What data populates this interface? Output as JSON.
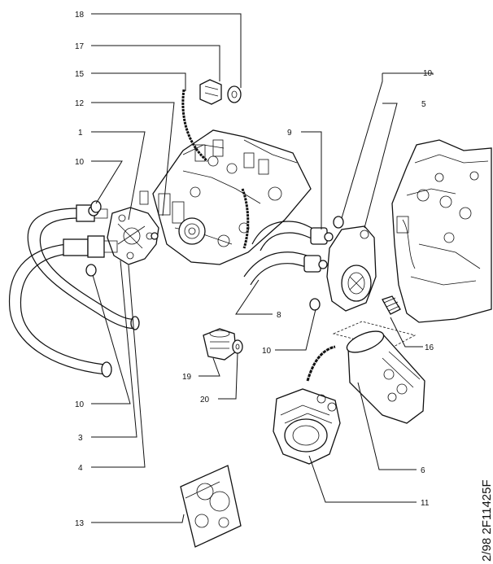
{
  "callouts": {
    "c18": "18",
    "c17": "17",
    "c15": "15",
    "c12": "12",
    "c1": "1",
    "c10_left": "10",
    "c9": "9",
    "c10_top": "10",
    "c5": "5",
    "c8": "8",
    "c10_mid": "10",
    "c16": "16",
    "c19": "19",
    "c20": "20",
    "c10_bottom": "10",
    "c3": "3",
    "c4": "4",
    "c6": "6",
    "c11": "11",
    "c13": "13"
  },
  "drawing_code": "2/98 2F11425F"
}
